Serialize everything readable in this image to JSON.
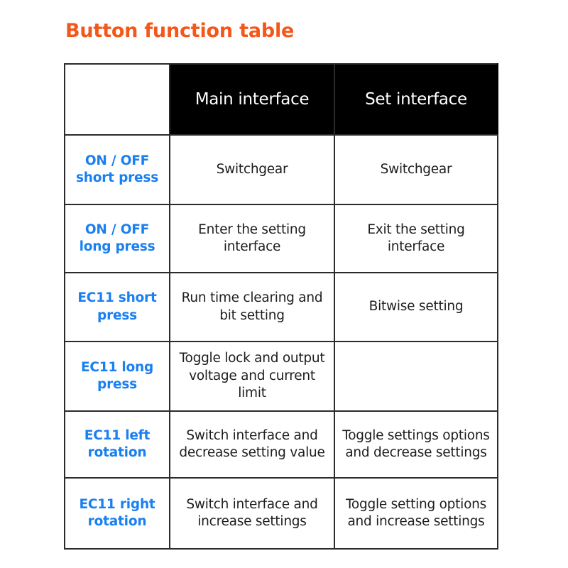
{
  "title": "Button function table",
  "colors": {
    "title_orange": "#F4571A",
    "key_blue": "#1A7FF0",
    "header_bg": "#000000",
    "header_text": "#FFFFFF",
    "border": "#2B2B2B",
    "page_bg": "#FFFFFF",
    "body_text": "#1D1D1D"
  },
  "table": {
    "headers": [
      "",
      "Main interface",
      "Set interface"
    ],
    "rows": [
      {
        "key": "ON / OFF short press",
        "main": "Switchgear",
        "set": "Switchgear"
      },
      {
        "key": "ON / OFF long press",
        "main": "Enter the setting interface",
        "set": "Exit the setting interface"
      },
      {
        "key": "EC11 short press",
        "main": "Run time clearing and bit setting",
        "set": "Bitwise setting"
      },
      {
        "key": "EC11 long press",
        "main": "Toggle lock and output voltage and current limit",
        "set": ""
      },
      {
        "key": "EC11 left rotation",
        "main": "Switch interface and decrease setting value",
        "set": "Toggle settings options and decrease settings"
      },
      {
        "key": "EC11 right rotation",
        "main": "Switch interface and increase settings",
        "set": "Toggle setting options and increase settings"
      }
    ]
  }
}
